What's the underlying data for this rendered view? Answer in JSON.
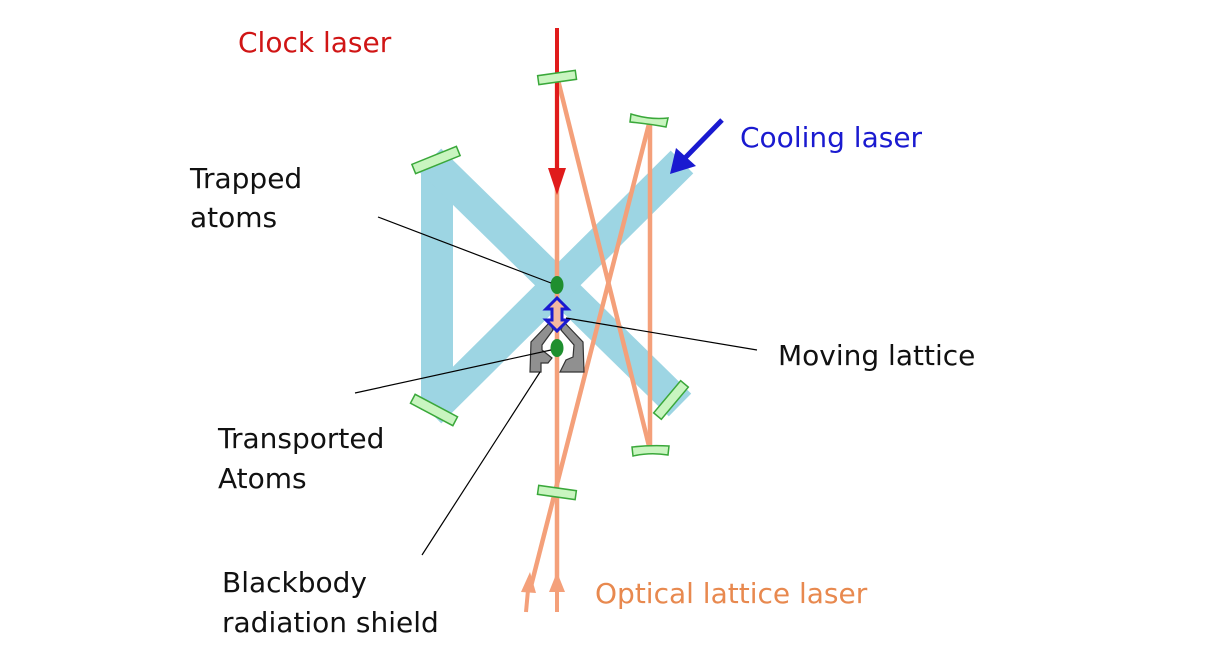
{
  "labels": {
    "clock_laser": "Clock laser",
    "cooling_laser": "Cooling laser",
    "trapped_atoms_1": "Trapped",
    "trapped_atoms_2": "atoms",
    "moving_lattice": "Moving lattice",
    "transported_1": "Transported",
    "transported_2": "Atoms",
    "blackbody_1": "Blackbody",
    "blackbody_2": "radiation shield",
    "optical_lattice_laser": "Optical lattice laser"
  },
  "colors": {
    "clock": "#e01b1b",
    "cooling_text": "#1a1ad0",
    "cooling_beam": "#9dd5e3",
    "lattice": "#f4a07a",
    "lattice_text": "#e8894f",
    "mirror_fill": "#c9f5c0",
    "mirror_stroke": "#3aa83a",
    "atoms": "#1f8f2f",
    "shield": "#909090"
  }
}
